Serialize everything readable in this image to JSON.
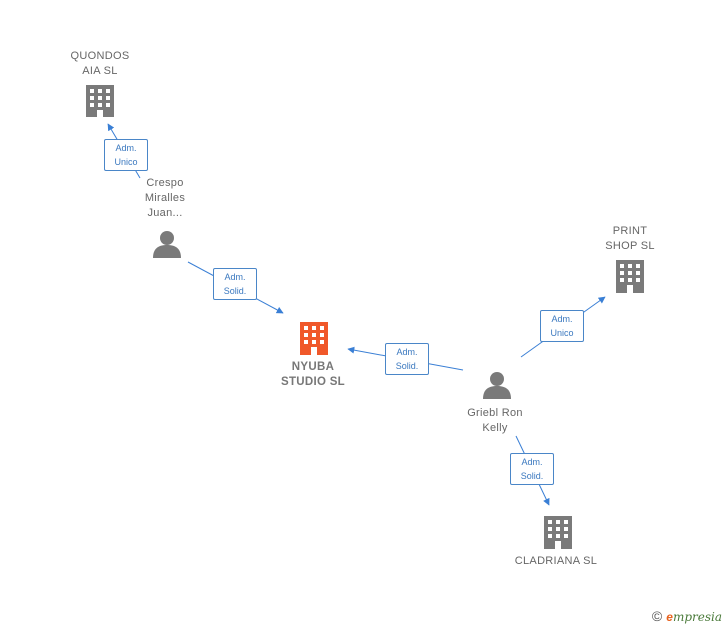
{
  "colors": {
    "edge": "#3a7fd5",
    "company": "#7a7a7a",
    "main_company": "#f0582a",
    "person": "#7a7a7a",
    "edge_label_border": "#4a86c8",
    "edge_label_text": "#3a78bf"
  },
  "nodes": {
    "quondos": {
      "label": "QUONDOS\nAIA  SL",
      "icon": "building-icon"
    },
    "crespo": {
      "label": "Crespo\nMiralles\nJuan...",
      "icon": "person-icon"
    },
    "nyuba": {
      "label": "NYUBA\nSTUDIO  SL",
      "icon": "building-icon"
    },
    "print_shop": {
      "label": "PRINT\nSHOP  SL",
      "icon": "building-icon"
    },
    "griebl": {
      "label": "Griebl Ron\nKelly",
      "icon": "person-icon"
    },
    "cladriana": {
      "label": "CLADRIANA  SL",
      "icon": "building-icon"
    }
  },
  "edges": {
    "crespo_quondos": "Adm.\nUnico",
    "crespo_nyuba": "Adm.\nSolid.",
    "griebl_nyuba": "Adm.\nSolid.",
    "griebl_print": "Adm.\nUnico",
    "griebl_cladriana": "Adm.\nSolid."
  },
  "footer": {
    "copyright_symbol": "©",
    "brand_initial": "e",
    "brand_rest": "mpresia"
  }
}
